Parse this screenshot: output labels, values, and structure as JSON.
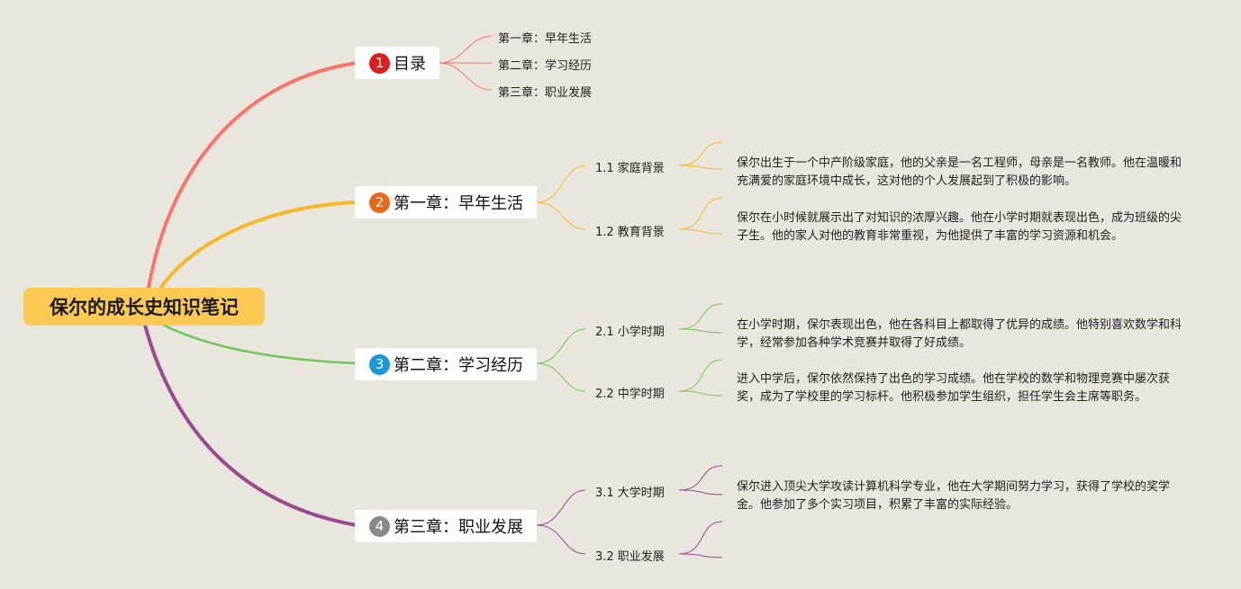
{
  "title": "保尔的成长史知识笔记",
  "colors": {
    "background": "#e9e6de",
    "root": "#fdc955",
    "branch1": "#f7756a",
    "branch2": "#f8b728",
    "branch3": "#72c55a",
    "branch4": "#9a4a8f",
    "badge1": "#dc1e1e",
    "badge2": "#e46a18",
    "badge3": "#1b96d8",
    "badge4": "#8a8a8a"
  },
  "branches": [
    {
      "num": "1",
      "label": "目录",
      "children": [
        {
          "label": "第一章：早年生活"
        },
        {
          "label": "第二章：学习经历"
        },
        {
          "label": "第三章：职业发展"
        }
      ]
    },
    {
      "num": "2",
      "label": "第一章：早年生活",
      "children": [
        {
          "label": "1.1 家庭背景",
          "note": "保尔出生于一个中产阶级家庭，他的父亲是一名工程师，母亲是一名教师。他在温暖和充满爱的家庭环境中成长，这对他的个人发展起到了积极的影响。"
        },
        {
          "label": "1.2 教育背景",
          "note": "保尔在小时候就展示出了对知识的浓厚兴趣。他在小学时期就表现出色，成为班级的尖子生。他的家人对他的教育非常重视，为他提供了丰富的学习资源和机会。"
        }
      ]
    },
    {
      "num": "3",
      "label": "第二章：学习经历",
      "children": [
        {
          "label": "2.1 小学时期",
          "note": "在小学时期，保尔表现出色，他在各科目上都取得了优异的成绩。他特别喜欢数学和科学，经常参加各种学术竞赛并取得了好成绩。"
        },
        {
          "label": "2.2 中学时期",
          "note": "进入中学后，保尔依然保持了出色的学习成绩。他在学校的数学和物理竞赛中屡次获奖，成为了学校里的学习标杆。他积极参加学生组织，担任学生会主席等职务。"
        }
      ]
    },
    {
      "num": "4",
      "label": "第三章：职业发展",
      "children": [
        {
          "label": "3.1 大学时期",
          "note": "保尔进入顶尖大学攻读计算机科学专业，他在大学期间努力学习，获得了学校的奖学金。他参加了多个实习项目，积累了丰富的实际经验。"
        },
        {
          "label": "3.2 职业发展",
          "note": ""
        }
      ]
    }
  ]
}
